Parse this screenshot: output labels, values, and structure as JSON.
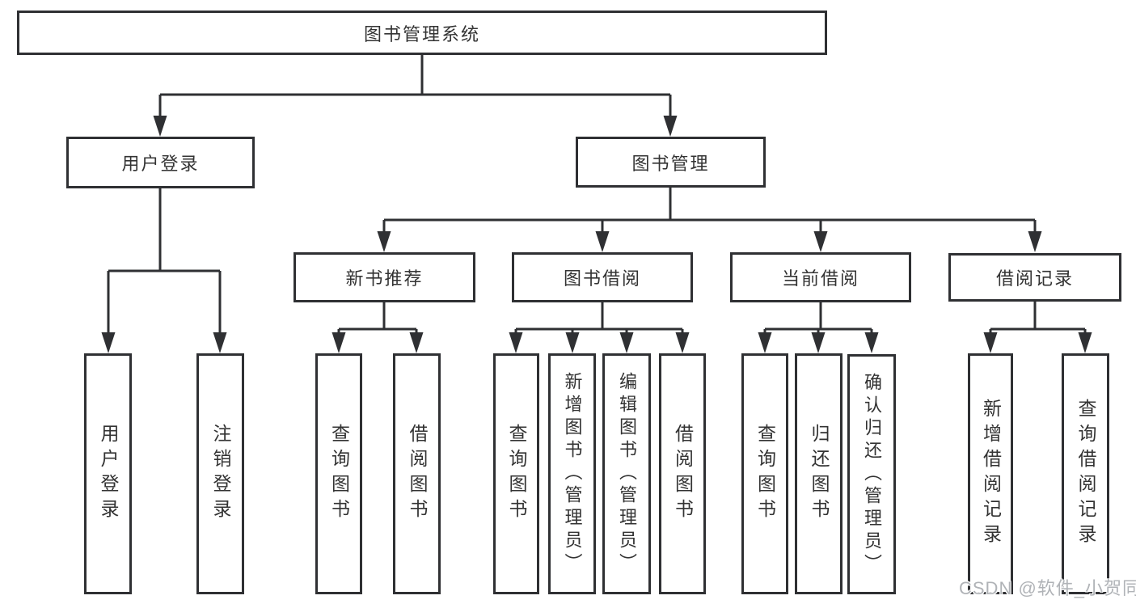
{
  "colors": {
    "line": "#2f3033",
    "box_border": "#2f3033",
    "text": "#333333",
    "background": "#ffffff",
    "watermark_text": "#b0b3b7"
  },
  "watermark": {
    "text": "CSDN @软件_小贺同学"
  },
  "diagram": {
    "type": "hierarchy-tree",
    "root": {
      "label": "图书管理系统"
    },
    "level1": [
      {
        "label": "用户登录"
      },
      {
        "label": "图书管理"
      }
    ],
    "level2": [
      {
        "label": "新书推荐",
        "parent": "图书管理"
      },
      {
        "label": "图书借阅",
        "parent": "图书管理"
      },
      {
        "label": "当前借阅",
        "parent": "图书管理"
      },
      {
        "label": "借阅记录",
        "parent": "图书管理"
      }
    ],
    "leaves": [
      {
        "label": "用户登录",
        "parent": "用户登录"
      },
      {
        "label": "注销登录",
        "parent": "用户登录"
      },
      {
        "label": "查询图书",
        "parent": "新书推荐"
      },
      {
        "label": "借阅图书",
        "parent": "新书推荐"
      },
      {
        "label": "查询图书",
        "parent": "图书借阅"
      },
      {
        "label": "新增图书（管理员）",
        "parent": "图书借阅"
      },
      {
        "label": "编辑图书（管理员）",
        "parent": "图书借阅"
      },
      {
        "label": "借阅图书",
        "parent": "图书借阅"
      },
      {
        "label": "查询图书",
        "parent": "当前借阅"
      },
      {
        "label": "归还图书",
        "parent": "当前借阅"
      },
      {
        "label": "确认归还（管理员）",
        "parent": "当前借阅"
      },
      {
        "label": "新增借阅记录",
        "parent": "借阅记录"
      },
      {
        "label": "查询借阅记录",
        "parent": "借阅记录"
      }
    ]
  }
}
